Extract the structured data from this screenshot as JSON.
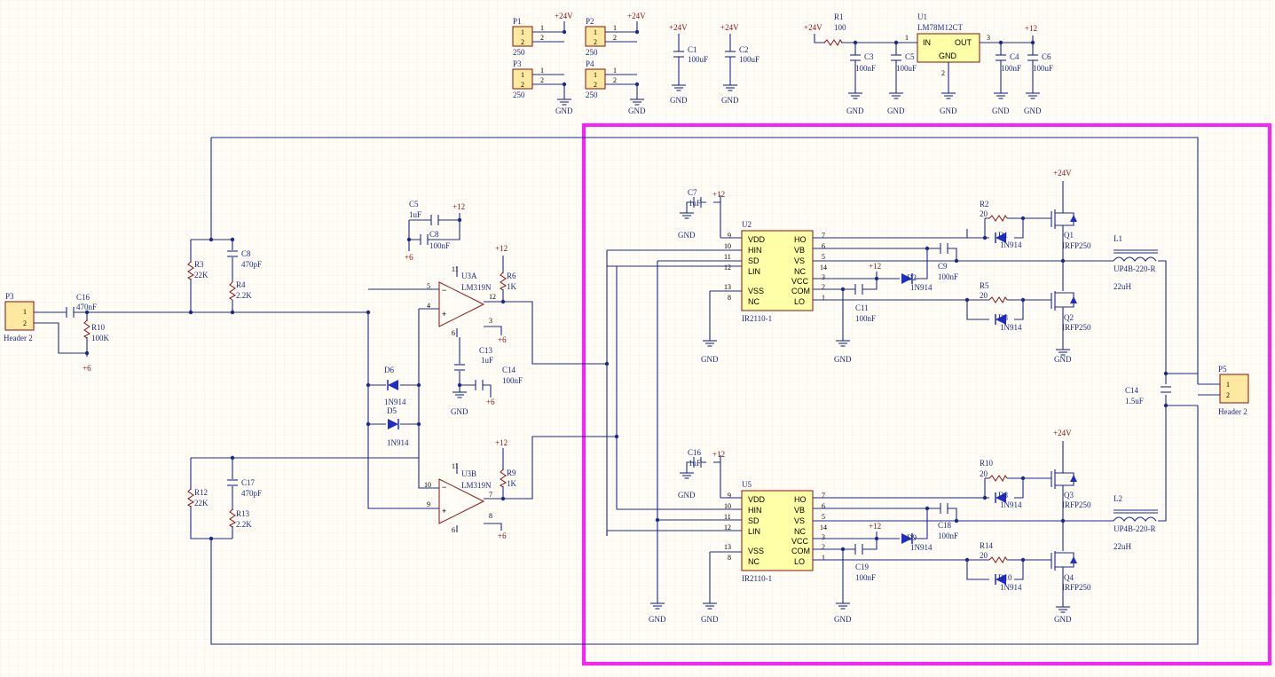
{
  "colors": {
    "wire": "#1b2a8c",
    "power": "#8a1010",
    "chip": "#ffffa8",
    "header": "#ffe9a0",
    "highlight": "#ff20ff",
    "diode": "#1e2cc8",
    "background": "#fffdf6",
    "grid": "#ece8dc"
  },
  "power": {
    "p24": "+24V",
    "p12": "+12",
    "p6": "+6",
    "gnd": "GND"
  },
  "headers": {
    "P1": "P1",
    "P2": "P2",
    "P3": "P3",
    "P4": "P4",
    "P5": "P5",
    "p250": "250",
    "header2": "Header 2",
    "pin1": "1",
    "pin2": "2"
  },
  "regulator": {
    "ref": "U1",
    "part": "LM78M12CT",
    "in": "IN",
    "out": "OUT",
    "gnd": "GND",
    "p1": "1",
    "p2": "2",
    "p3": "3"
  },
  "components": {
    "R1": "R1",
    "R1v": "100",
    "C1": "C1",
    "C1v": "100uF",
    "C2": "C2",
    "C2v": "100uF",
    "C3": "C3",
    "C3v": "100nF",
    "C5t": "C5",
    "C5tv": "100uF",
    "C4": "C4",
    "C4v": "100nF",
    "C6": "C6",
    "C6v": "100uF",
    "C16a": "C16",
    "C16av": "470nF",
    "R10": "R10",
    "R10v": "100K",
    "R3": "R3",
    "R3v": "22K",
    "R4": "R4",
    "R4v": "2.2K",
    "C8a": "C8",
    "C8av": "470pF",
    "R12": "R12",
    "R12v": "22K",
    "R13": "R13",
    "R13v": "2.2K",
    "C17": "C17",
    "C17v": "470pF",
    "C5": "C5",
    "C5v": "1uF",
    "C8": "C8",
    "C8v": "100nF",
    "U3A": "U3A",
    "U3B": "U3B",
    "lm": "LM319N",
    "R6": "R6",
    "R6v": "1K",
    "R9": "R9",
    "R9v": "1K",
    "C13": "C13",
    "C13v": "1uF",
    "C14a": "C14",
    "C14av": "100nF",
    "D6": "D6",
    "D5": "D5",
    "dpart": "1N914",
    "C7": "C7",
    "C7v": "1uF",
    "C16b": "C16",
    "C16bv": "1uF",
    "U2": "U2",
    "U5": "U5",
    "ir": "IR2110-1",
    "C11": "C11",
    "C11v": "100nF",
    "C19": "C19",
    "C19v": "100nF",
    "D2": "D2",
    "D9": "D9",
    "C9": "C9",
    "C9v": "100nF",
    "C18": "C18",
    "C18v": "100nF",
    "R2": "R2",
    "R5": "R5",
    "R10b": "R10",
    "R14": "R14",
    "r20": "20",
    "D1": "D1",
    "D3": "D3",
    "D8": "D8",
    "D10": "D10",
    "Q1": "Q1",
    "Q2": "Q2",
    "Q3": "Q3",
    "Q4": "Q4",
    "irfp": "IRFP250",
    "L1": "L1",
    "L2": "L2",
    "lpart": "UP4B-220-R",
    "lv": "22uH",
    "C14b": "C14",
    "C14bv": "1.5uF"
  },
  "opamp_pins": {
    "a5": "5",
    "a4": "4",
    "a12": "12",
    "a3": "3",
    "a6": "6",
    "a11": "11",
    "b10": "10",
    "b9": "9",
    "b7": "7",
    "b8": "8",
    "b6": "6",
    "b11": "11"
  },
  "ir2110": {
    "left": [
      "VDD",
      "HIN",
      "SD",
      "LIN",
      "VSS",
      "NC"
    ],
    "right": [
      "HO",
      "VB",
      "VS",
      "NC",
      "VCC",
      "COM",
      "LO"
    ],
    "lpins": [
      "9",
      "10",
      "11",
      "12",
      "13",
      "8"
    ],
    "rpins": [
      "7",
      "6",
      "5",
      "14",
      "3",
      "2",
      "1"
    ]
  }
}
